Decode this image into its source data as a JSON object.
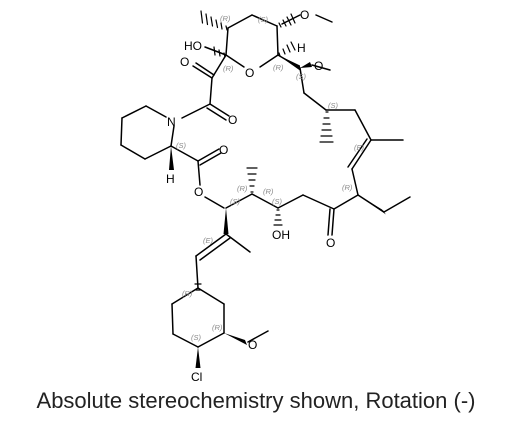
{
  "caption": "Absolute stereochemistry shown, Rotation (-)",
  "atoms": {
    "o_top": "O",
    "ho_top": "HO",
    "h_top": "H",
    "o_pyran": "O",
    "o_ketone_upper": "O",
    "o_methoxy_right": "O",
    "n_pip": "N",
    "o_amide": "O",
    "o_ester_carbonyl": "O",
    "h_pip": "H",
    "o_ester": "O",
    "oh_mid": "OH",
    "o_ketone_lower": "O",
    "o_methoxy_ring": "O",
    "cl": "Cl"
  },
  "stereo": [
    "(R)",
    "(S)",
    "(R)",
    "(R)",
    "(S)",
    "(S)",
    "(S)",
    "(E)",
    "(R)",
    "(R)",
    "(S)",
    "(S)",
    "(R)",
    "(E)",
    "(R)",
    "(R)",
    "(S)"
  ]
}
